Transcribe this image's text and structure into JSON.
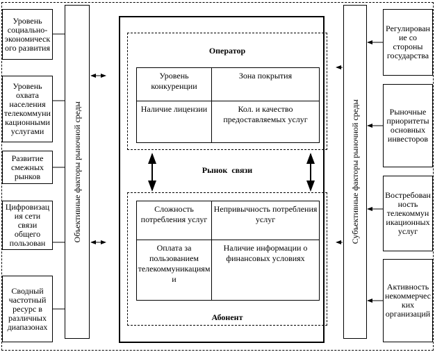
{
  "left_factors": {
    "bar_label": "Объективные факторы рыночной среды",
    "items": [
      "Уровень социально-экономического развития",
      "Уровень охвата населения телекоммуникационными услугами",
      "Развитие смежных рынков",
      "Цифровизация сети связи общего пользован",
      "Сводный частотный ресурс в различных диапазонах"
    ]
  },
  "right_factors": {
    "bar_label": "Субъективные факторы рыночной среды",
    "items": [
      "Регулирование со стороны государства",
      "Рыночные приоритеты основных инвесторов",
      "Востребованность телекоммуникационных услуг",
      "Активность некоммерческих организаций"
    ]
  },
  "market": {
    "title": "Рынок  связи",
    "operator": {
      "title": "Оператор",
      "cells": [
        "Уровень конкуренции",
        "Зона покрытия",
        "Наличие лицензии",
        "Кол. и качество предоставляемых услуг"
      ]
    },
    "subscriber": {
      "title": "Абонент",
      "cells": [
        "Сложность потребления услуг",
        "Непривычность потребления услуг",
        "Оплата за пользованием телекоммуникациями",
        "Наличие информации о финансовых условиях"
      ]
    }
  }
}
